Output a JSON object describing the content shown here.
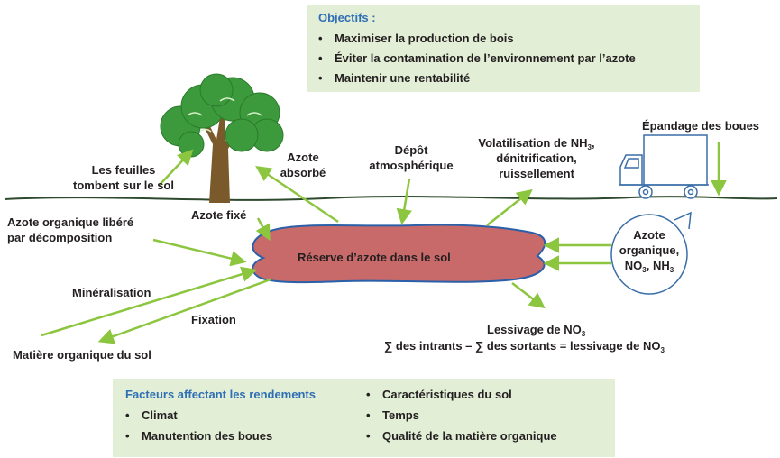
{
  "objectives": {
    "title": "Objectifs :",
    "items": [
      "Maximiser la production de bois",
      "Éviter la contamination de l’environnement par l’azote",
      "Maintenir une rentabilité"
    ]
  },
  "factors": {
    "title": "Facteurs affectant les rendements",
    "col1": [
      "Climat",
      "Manutention des boues"
    ],
    "col2": [
      "Caractéristiques du sol",
      "Temps",
      "Qualité de la matière organique"
    ]
  },
  "labels": {
    "feuilles_1": "Les feuilles",
    "feuilles_2": "tombent sur le sol",
    "azote_absorbe_1": "Azote",
    "azote_absorbe_2": "absorbé",
    "depot_1": "Dépôt",
    "depot_2": "atmosphérique",
    "volat_1_pre": "Volatilisation de NH",
    "volat_1_sub": "3",
    "volat_1_post": ",",
    "volat_2": "dénitrification,",
    "volat_3": "ruissellement",
    "epandage": "Épandage des boues",
    "libere_1": "Azote organique libéré",
    "libere_2": "par décomposition",
    "azote_fixe": "Azote fixé",
    "reserve": "Réserve d’azote dans le sol",
    "circle_1": "Azote",
    "circle_2": "organique,",
    "circle_3_a": "NO",
    "circle_3_sub1": "3",
    "circle_3_b": ", NH",
    "circle_3_sub2": "3",
    "mineralisation": "Minéralisation",
    "fixation": "Fixation",
    "matiere": "Matière organique du sol",
    "lessivage_pre": "Lessivage de NO",
    "lessivage_sub": "3",
    "equation_pre": "∑ des intrants – ∑ des sortants = lessivage de NO",
    "equation_sub": "3"
  },
  "colors": {
    "box_bg": "#e2eed5",
    "box_title": "#2f6fb5",
    "arrow": "#8cc63f",
    "ground": "#2e4a2e",
    "pool_fill": "#c96a6a",
    "pool_stroke": "#2b5fa8",
    "foliage": "#3c9a3c",
    "trunk": "#7a5a2a"
  },
  "icons": [
    "tree-icon",
    "truck-icon"
  ]
}
